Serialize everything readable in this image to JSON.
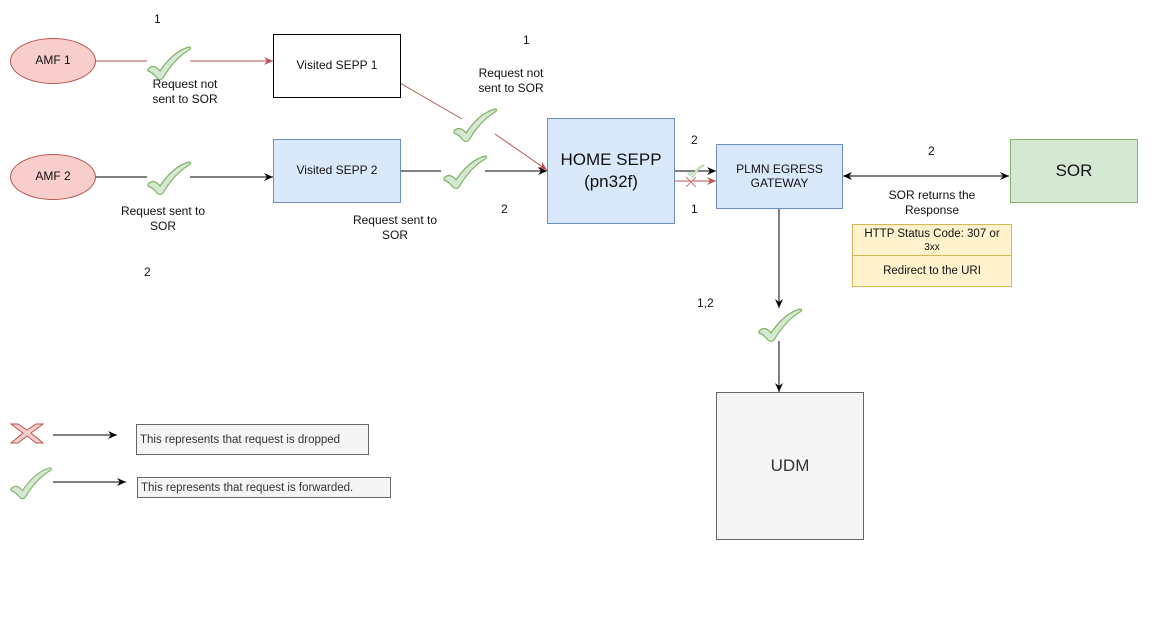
{
  "nodes": {
    "amf1": "AMF 1",
    "amf2": "AMF 2",
    "visited_sepp1": "Visited SEPP 1",
    "visited_sepp2": "Visited SEPP 2",
    "home_sepp_line1": "HOME SEPP",
    "home_sepp_line2": "(pn32f)",
    "plmn_gateway_line1": "PLMN EGRESS",
    "plmn_gateway_line2": "GATEWAY",
    "sor": "SOR",
    "udm": "UDM"
  },
  "edge_labels": {
    "amf1_to_vsepp1_line1": "Request not",
    "amf1_to_vsepp1_line2": "sent to SOR",
    "amf2_to_vsepp2_line1": "Request sent to",
    "amf2_to_vsepp2_line2": "SOR",
    "vsepp1_to_home_line1": "Request not",
    "vsepp1_to_home_line2": "sent to SOR",
    "vsepp2_to_home_line1": "Request sent to",
    "vsepp2_to_home_line2": "SOR",
    "sor_response_line1": "SOR returns the",
    "sor_response_line2": "Response"
  },
  "step_numbers": {
    "amf1_step": "1",
    "amf2_step": "2",
    "vsepp1_step": "1",
    "vsepp2_step": "2",
    "home_out_top": "2",
    "home_out_bottom": "1",
    "sor_step": "2",
    "udm_step": "1,2"
  },
  "sor_note": {
    "status_line1": "HTTP Status Code: 307 or",
    "status_line2": "3xx",
    "redirect": "Redirect to the URI"
  },
  "legend": {
    "dropped_icon": "cross-icon",
    "dropped_text": "This represents that request is dropped",
    "forwarded_icon": "check-icon",
    "forwarded_text": "This represents  that request is forwarded."
  },
  "colors": {
    "check_fill": "#d5e8d4",
    "check_stroke": "#82b366",
    "cross_fill": "#f8cecc",
    "cross_stroke": "#b85450",
    "red_edge": "#b85450",
    "black_edge": "#000000"
  }
}
